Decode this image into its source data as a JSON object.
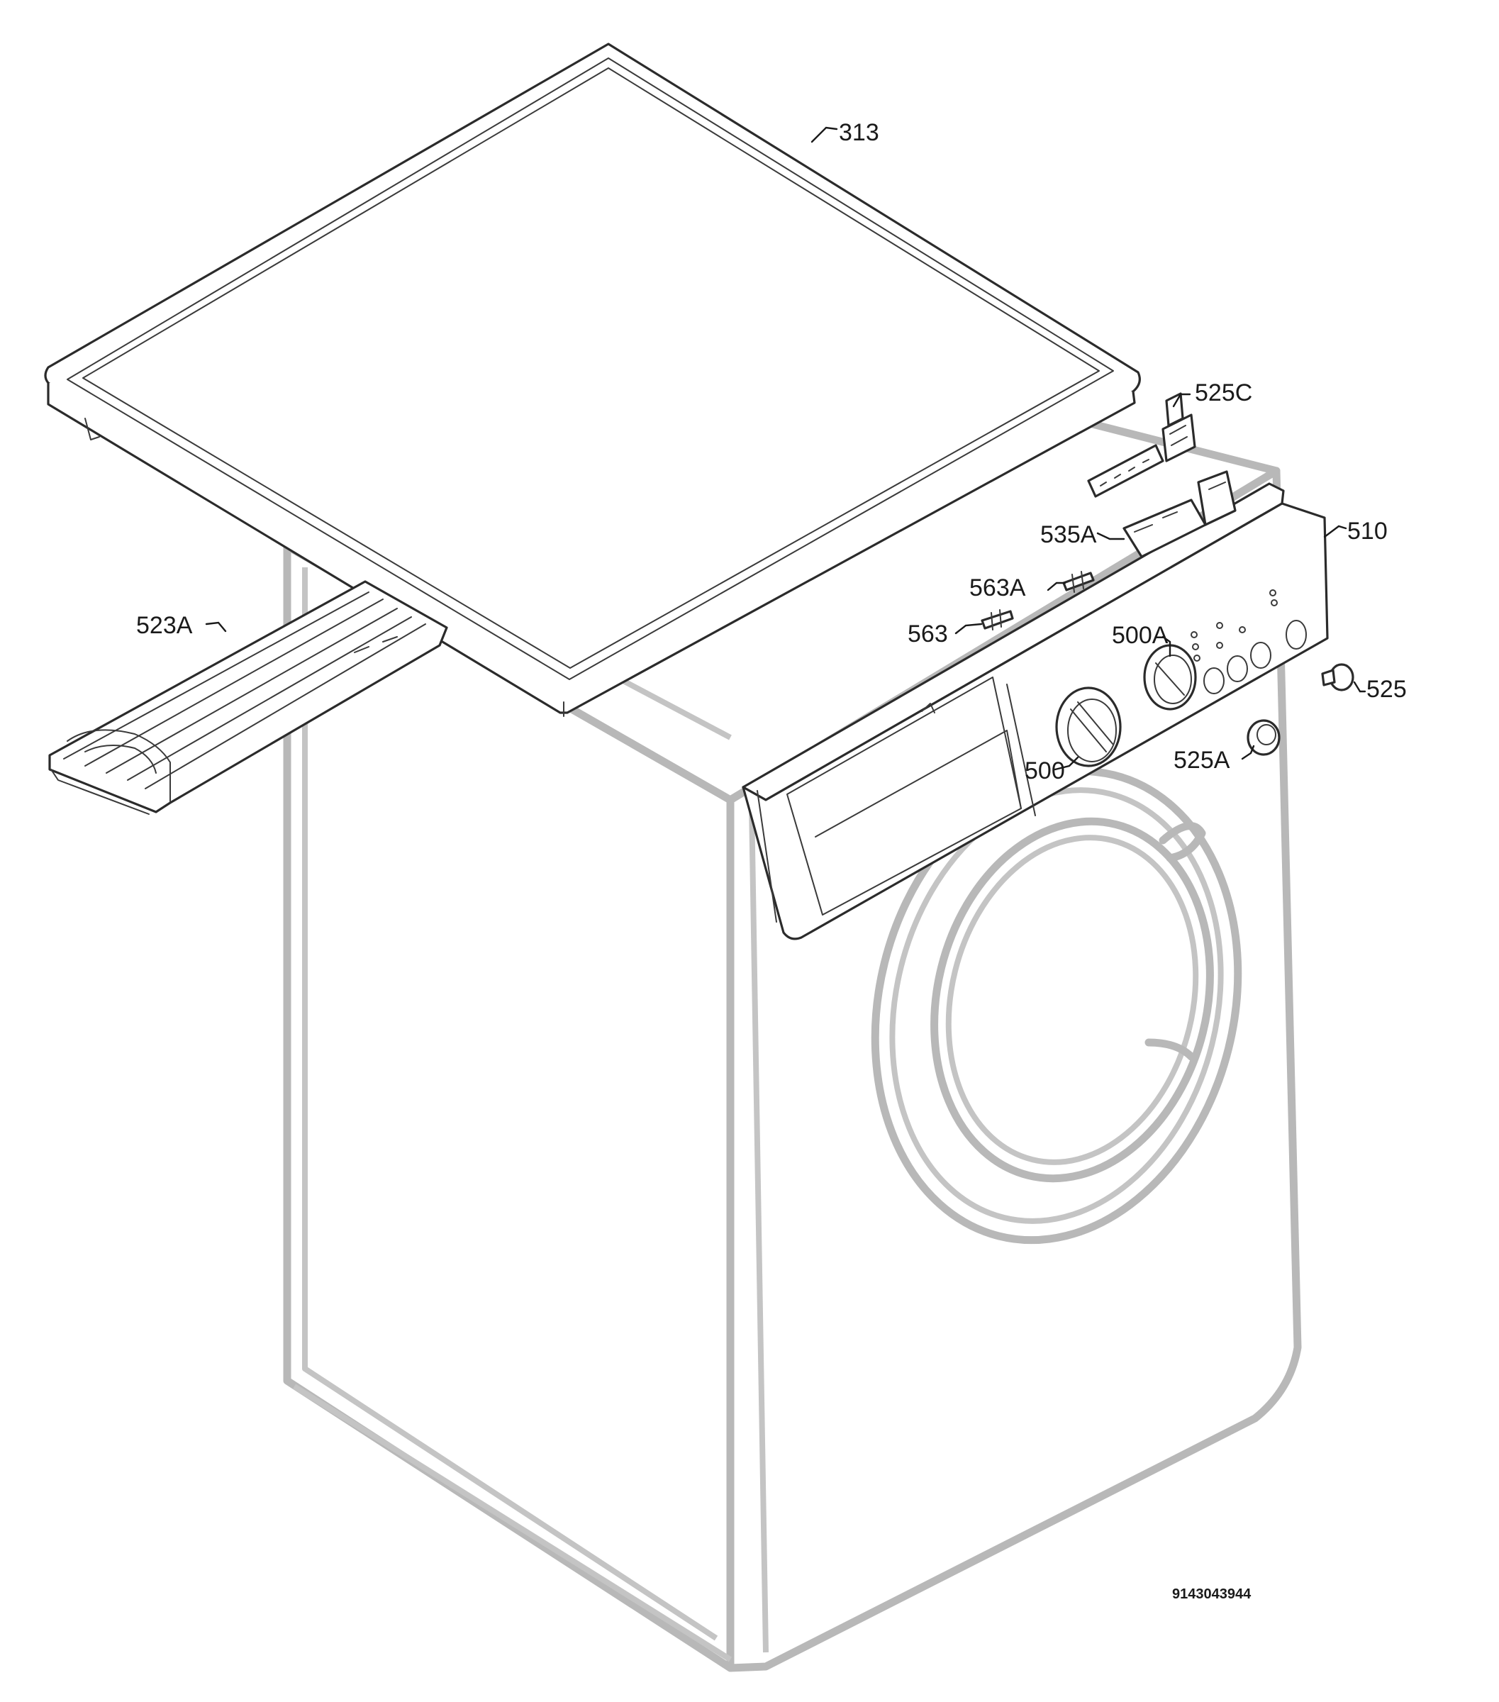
{
  "callouts": [
    {
      "id": "lid",
      "label": "313"
    },
    {
      "id": "lamp-support",
      "label": "525C"
    },
    {
      "id": "control-panel",
      "label": "510"
    },
    {
      "id": "pcb",
      "label": "535A"
    },
    {
      "id": "pushrod-a",
      "label": "563A"
    },
    {
      "id": "pushrod",
      "label": "563"
    },
    {
      "id": "dispenser",
      "label": "523A"
    },
    {
      "id": "knob-small",
      "label": "500A"
    },
    {
      "id": "push-button",
      "label": "525"
    },
    {
      "id": "knob-main",
      "label": "500"
    },
    {
      "id": "button-round",
      "label": "525A"
    }
  ],
  "diagram_code": "9143043944"
}
